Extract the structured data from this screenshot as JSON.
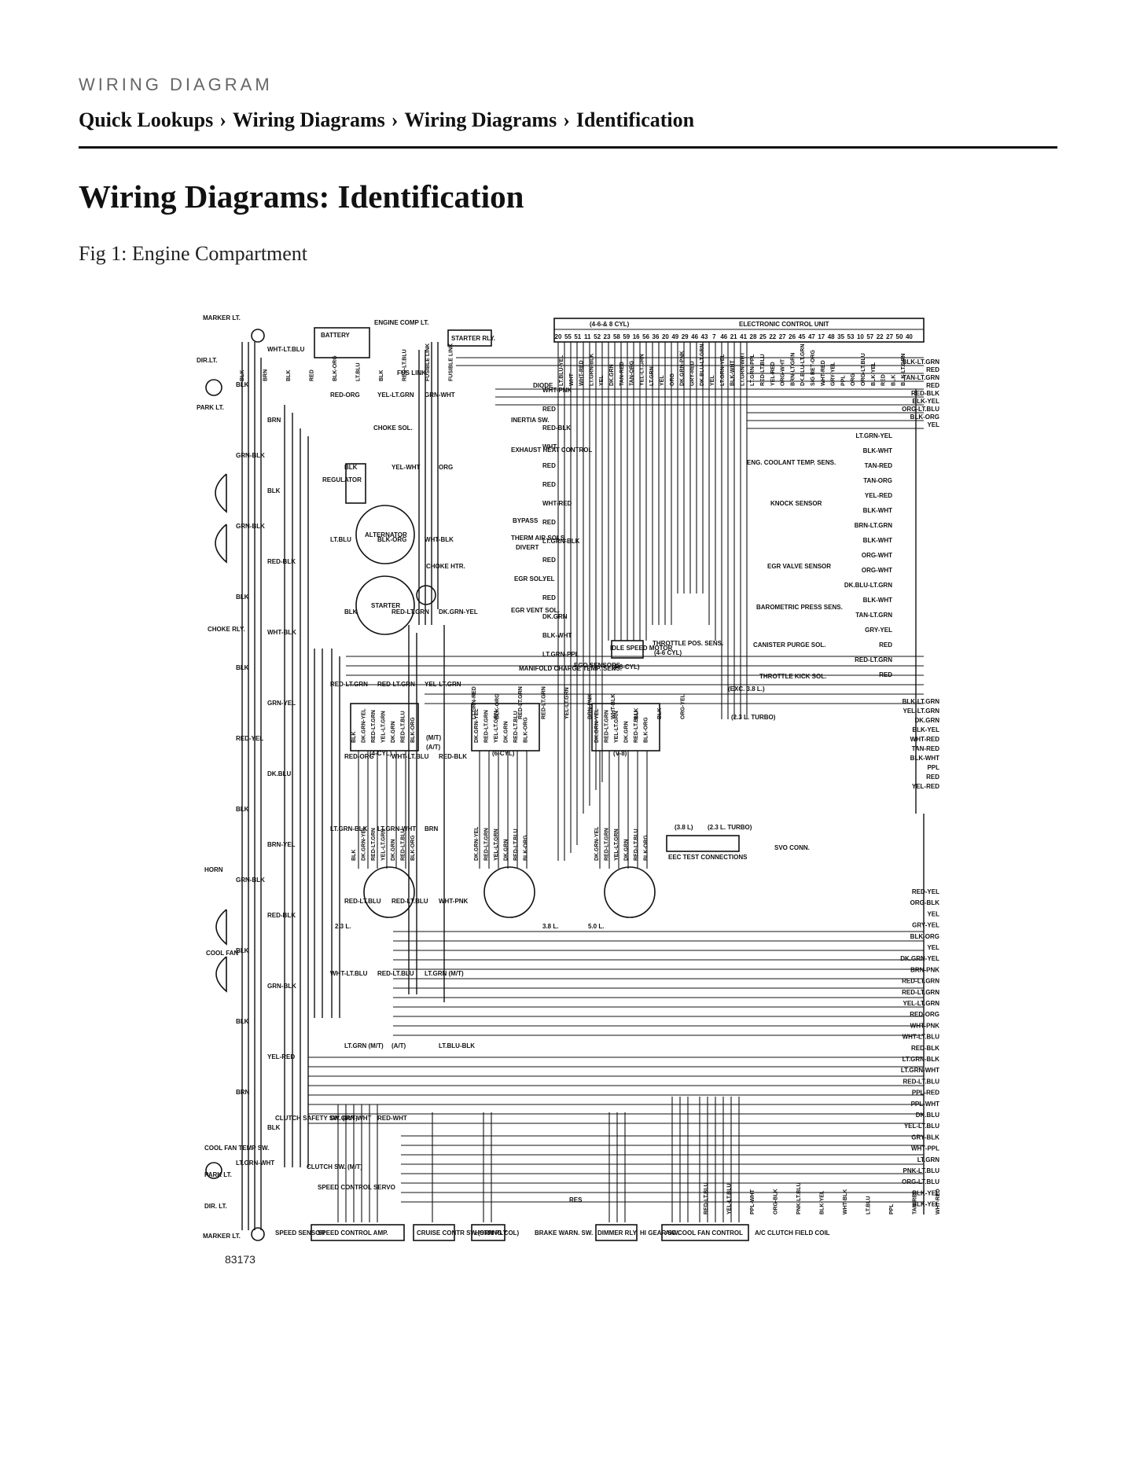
{
  "header": {
    "kicker": "WIRING DIAGRAM",
    "breadcrumb": [
      "Quick Lookups",
      "Wiring Diagrams",
      "Wiring Diagrams",
      "Identification"
    ],
    "separator": "›"
  },
  "page_title": "Wiring Diagrams: Identification",
  "figure": {
    "caption": "Fig 1: Engine Compartment",
    "number": "83173",
    "labels": {
      "marker_lt_top": "MARKER LT.",
      "battery": "BATTERY",
      "engine_comp_lt": "ENGINE COMP LT.",
      "starter_rly": "STARTER RLY.",
      "ecu_cyl": "(4-6-& 8 CYL)",
      "ecu": "ELECTRONIC CONTROL UNIT",
      "dir_lt_top": "DIR.LT.",
      "park_lt_top": "PARK LT.",
      "fus_link": "FUS LINK",
      "diode": "DIODE",
      "inertia_sw": "INERTIA SW.",
      "choke_sol": "CHOKE SOL.",
      "exhaust_heat": "EXHAUST HEAT CONTROL",
      "regulator": "REGULATOR",
      "alternator": "ALTERNATOR",
      "bypass": "BYPASS",
      "therm_air": "THERM AIR SOLS.",
      "divert": "DIVERT",
      "choke_htr": "CHOKE HTR.",
      "egr_sol": "EGR SOL.",
      "starter": "STARTER",
      "egr_vent": "EGR VENT SOL.",
      "choke_rly": "CHOKE RLY.",
      "manifold": "MANIFOLD CHARGE TEMP. SENS.",
      "ego": "EGO SENSORS",
      "idle_speed": "IDLE SPEED MOTOR",
      "idle_cyl": "(4-6-CYL)",
      "throttle_pos": "THROTTLE POS. SENS.",
      "throttle_cyl": "(4-6 CYL)",
      "eng_coolant": "ENG. COOLANT TEMP. SENS.",
      "knock": "KNOCK SENSOR",
      "egr_valve": "EGR VALVE SENSOR",
      "barometric": "BAROMETRIC PRESS SENS.",
      "canister": "CANISTER PURGE SOL.",
      "throttle_kick": "THROTTLE KICK SOL.",
      "exc_38": "(EXC. 3.8 L.)",
      "turbo_23": "(2.3 L. TURBO)",
      "cyl4": "(4-CYL)",
      "cyl6": "(6-CYL)",
      "cyl8": "(V-8)",
      "mt": "(M/T)",
      "at": "(A/T)",
      "d23": "2.3 L.",
      "d38": "3.8 L.",
      "d50": "5.0 L.",
      "svo": "SVO CONN.",
      "eec_test": "EEC TEST CONNECTIONS",
      "eec_38": "(3.8 L)",
      "eec_23": "(2.3 L. TURBO)",
      "horn": "HORN",
      "cool_fan": "COOL FAN",
      "clutch_safety": "CLUTCH SAFETY SW. (M/T)",
      "cool_fan_temp": "COOL FAN TEMP SW.",
      "park_lt_bot": "PARK LT.",
      "dir_lt_bot": "DIR. LT.",
      "marker_lt_bot": "MARKER LT.",
      "clutch_sw": "CLUTCH SW. (M/T)",
      "speed_servo": "SPEED CONTROL SERVO",
      "speed_sensor": "SPEED SENSOR",
      "speed_amp": "SPEED CONTROL AMP.",
      "cruise": "CRUISE CONTR SW.(STRNG COL)",
      "horn_rly": "HORN RLY",
      "brake_warn": "BRAKE WARN. SW.",
      "dimmer": "DIMMER RLY.",
      "hi_gear": "HI GEAR SW.",
      "ac_cool": "A/C COOL FAN CONTROL",
      "ac_clutch": "A/C CLUTCH FIELD COIL",
      "res": "RES"
    },
    "right_wires_top": [
      "BLK-LT.GRN",
      "RED",
      "TAN-LT.GRN",
      "RED",
      "RED-BLK",
      "BLK-YEL",
      "ORG-LT.BLU",
      "BLK-ORG",
      "YEL"
    ],
    "right_wires_mid": [
      "LT.GRN-YEL",
      "BLK-WHT",
      "TAN-RED",
      "TAN-ORG",
      "YEL-RED",
      "BLK-WHT",
      "BRN-LT.GRN",
      "BLK-WHT",
      "ORG-WHT",
      "ORG-WHT",
      "DK.BLU-LT.GRN",
      "BLK-WHT",
      "TAN-LT.GRN",
      "GRY-YEL",
      "RED",
      "RED-LT.GRN",
      "RED"
    ],
    "right_wires_lower": [
      "BLK-LT.GRN",
      "YEL-LT.GRN",
      "DK.GRN",
      "BLK-YEL",
      "WHT-RED",
      "TAN-RED",
      "BLK-WHT",
      "PPL",
      "RED",
      "YEL-RED"
    ],
    "right_wires_bottom": [
      "RED-YEL",
      "ORG-BLK",
      "YEL",
      "GRY-YEL",
      "BLK-ORG",
      "YEL",
      "DK.GRN-YEL",
      "BRN-PNK",
      "RED-LT.GRN",
      "RED-LT.GRN",
      "YEL-LT.GRN",
      "RED-ORG",
      "WHT-PNK",
      "WHT-LT.BLU",
      "RED-BLK",
      "LT.GRN-BLK",
      "LT.GRN-WHT",
      "RED-LT.BLU",
      "PPL-RED",
      "PPL-WHT",
      "DK.BLU",
      "YEL-LT.BLU",
      "GRY-BLK",
      "WHT-PPL",
      "LT.GRN",
      "PNK-LT.BLU",
      "ORG-LT.BLU",
      "BLK-YEL",
      "BLK-YEL"
    ],
    "left_wires": [
      "WHT-LT.BLU",
      "BLK",
      "BRN",
      "GRN-BLK",
      "BLK",
      "GRN-BLK",
      "RED-BLK",
      "BLK",
      "WHT-BLK",
      "BLK",
      "GRN-YEL",
      "RED-YEL",
      "DK.BLU",
      "BLK",
      "BRN-YEL",
      "GRN-BLK",
      "RED-BLK",
      "BLK",
      "GRN-BLK",
      "BLK",
      "YEL-RED",
      "BRN",
      "BLK",
      "LT.GRN-WHT"
    ],
    "center_wires": [
      "RED-ORG",
      "YEL-LT.GRN",
      "GRN-WHT",
      "BLK",
      "YEL-WHT",
      "ORG",
      "LT.BLU",
      "BLK-ORG",
      "WHT-BLK",
      "BLK",
      "RED-LT.GRN",
      "DK.GRN-YEL",
      "RED-LT.GRN",
      "RED-LT.GRN",
      "YEL-LT.GRN",
      "RED-ORG",
      "WHT-LT.BLU",
      "RED-BLK",
      "LT.GRN-BLK",
      "LT.GRN-WHT",
      "BRN",
      "RED-LT.BLU",
      "RED-LT.BLU",
      "WHT-PNK",
      "WHT-LT.BLU",
      "RED-LT.BLU",
      "LT.GRN (M/T)",
      "LT.GRN (M/T)",
      "(A/T)",
      "LT.BLU-BLK",
      "DK.GRN-WHT",
      "RED-WHT"
    ],
    "sensor_wires": [
      "WHT-PNK",
      "RED",
      "RED-BLK",
      "WHT",
      "RED",
      "RED",
      "WHT-RED",
      "RED",
      "LT.GRN-BLK",
      "RED",
      "YEL",
      "RED",
      "DK.GRN",
      "BLK-WHT",
      "LT.GRN-PPL"
    ],
    "ecu_pins": [
      "20",
      "55",
      "51",
      "11",
      "52",
      "23",
      "58",
      "59",
      "16",
      "56",
      "36",
      "20",
      "49",
      "29",
      "46",
      "43",
      "7",
      "46",
      "21",
      "41",
      "28",
      "25",
      "22",
      "27",
      "26",
      "45",
      "47",
      "17",
      "48",
      "35",
      "53",
      "10",
      "57",
      "22",
      "27",
      "50",
      "40"
    ],
    "ecu_wires": [
      "LT.BLU-YEL",
      "WHT",
      "WHT-RED",
      "LT.GRN-BLK",
      "YEL",
      "DK.GRN",
      "TAN-RED",
      "TAN-ORG",
      "YEL-LT.GRN",
      "LT.GRN",
      "YEL",
      "ORG",
      "DK.GRN-PNK",
      "GRY-RED",
      "DK.BLU-LT.GRN",
      "YEL",
      "LT.GRN-YEL",
      "BLK-WHT",
      "LT.GRN-WHT",
      "LT.GRN-PPL",
      "RED-LT.BLU",
      "YEL-RED",
      "ORG-WHT",
      "BRN-LT.GRN",
      "DK.BLU-LT.GRN",
      "SIG RET-ORG",
      "WHT-RED",
      "GRY-YEL",
      "PPL",
      "ORG",
      "ORG-LT.BLU",
      "BLK-YEL",
      "RED",
      "BLK",
      "BLK-LT.GRN"
    ],
    "dist_4cyl": [
      "BLK",
      "DK.GRN-YEL",
      "RED-LT.GRN",
      "YEL-LT.GRN",
      "DK.GRN",
      "RED-LT.BLU",
      "BLK-ORG"
    ],
    "dist_6cyl": [
      "DK.GRN-YEL",
      "RED-LT.GRN",
      "YEL-LT.GRN",
      "DK.GRN",
      "RED-LT.BLU",
      "BLK-ORG"
    ],
    "dist_8cyl": [
      "DK.GRN-YEL",
      "RED-LT.GRN",
      "YEL-LT.GRN",
      "DK.GRN",
      "RED-LT.BLU",
      "BLK-ORG"
    ],
    "vertical_labels": [
      "BLK",
      "BRN",
      "BLK",
      "RED",
      "BLK-ORG",
      "LT.BLU",
      "BLK",
      "RED-LT.BLU",
      "FUSIBLE LINK",
      "FUSIBLE LINK",
      "LT.GRN-RED",
      "BLK-ORG",
      "RED-LT.GRN",
      "RED-LT.GRN",
      "YEL-LT.GRN",
      "BRN-PNK",
      "WHT-BLK",
      "BLK",
      "BLK",
      "ORG-YEL",
      "RED-LT.BLU",
      "YEL-LT.BLU",
      "PPL-WHT",
      "ORG-BLK",
      "PNK-LT.BLU",
      "BLK-YEL",
      "WHT-BLK",
      "LT.BLU",
      "PPL",
      "TAN-RED",
      "WHT-RED"
    ]
  }
}
